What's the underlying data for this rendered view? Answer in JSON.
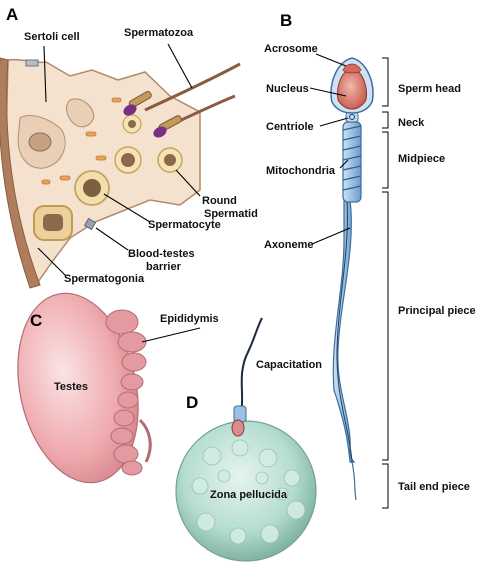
{
  "panels": {
    "a": "A",
    "b": "B",
    "c": "C",
    "d": "D"
  },
  "panel_a": {
    "sertoli_cell": "Sertoli cell",
    "spermatozoa": "Spermatozoa",
    "round_spermatid_line1": "Round",
    "round_spermatid_line2": "Spermatid",
    "spermatocyte": "Spermatocyte",
    "blood_testes_line1": "Blood-testes",
    "blood_testes_line2": "barrier",
    "spermatogonia": "Spermatogonia"
  },
  "panel_b": {
    "acrosome": "Acrosome",
    "nucleus": "Nucleus",
    "centriole": "Centriole",
    "mitochondria": "Mitochondria",
    "axoneme": "Axoneme",
    "sperm_head": "Sperm head",
    "neck": "Neck",
    "midpiece": "Midpiece",
    "principal_piece": "Principal piece",
    "tail_end_piece": "Tail end piece"
  },
  "panel_c": {
    "epididymis": "Epididymis",
    "testes": "Testes"
  },
  "panel_d": {
    "capacitation": "Capacitation",
    "zona_pellucida": "Zona pellucida"
  },
  "colors": {
    "tubule_wall": "#b08a6a",
    "tubule_fill": "#f4e2cf",
    "cell_ring": "#e8c98a",
    "sperm_body": "#a8c8e6",
    "sperm_outline": "#3a6f9e",
    "acrosome_red": "#c8534a",
    "testes_pink": "#e9a4a8",
    "zona_green": "#a9d6c9"
  }
}
